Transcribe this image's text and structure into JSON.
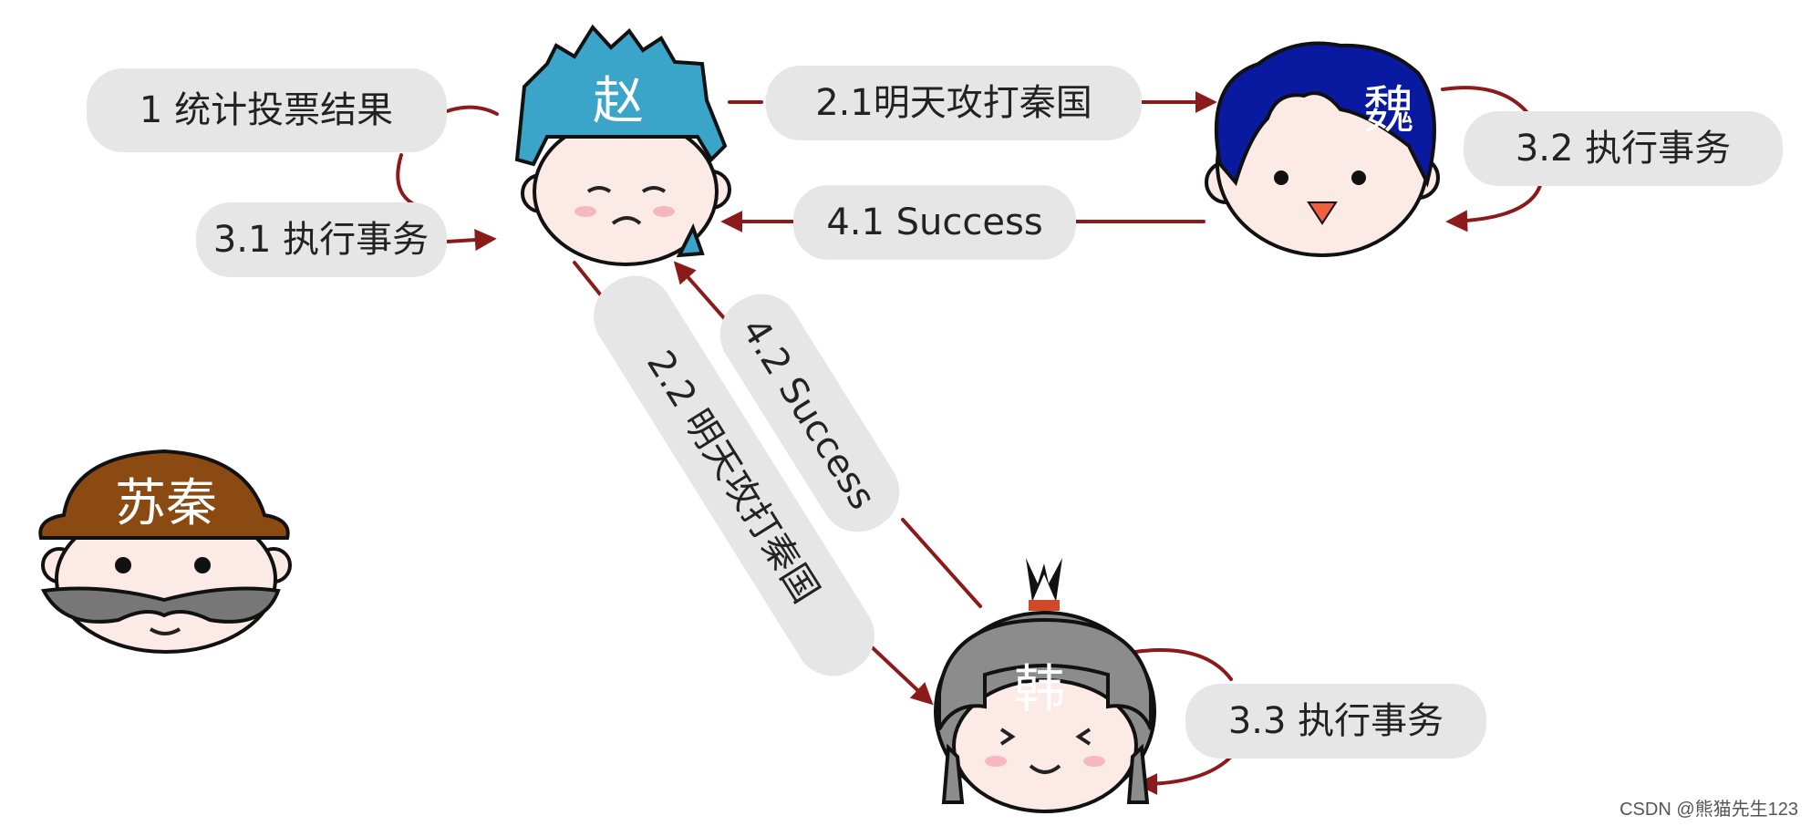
{
  "nodes": {
    "zhao": "赵",
    "wei": "魏",
    "han": "韩",
    "suqin": "苏秦"
  },
  "steps": {
    "s1": "1 统计投票结果",
    "s21": "2.1明天攻打秦国",
    "s22": "2.2 明天攻打秦国",
    "s31": "3.1 执行事务",
    "s32": "3.2 执行事务",
    "s33": "3.3 执行事务",
    "s41": "4.1 Success",
    "s42": "4.2 Success"
  },
  "watermark": "CSDN @熊猫先生123",
  "colors": {
    "arrow": "#8b1a1a",
    "pill": "#e6e6e6",
    "zhao_hair": "#3aa5c8",
    "wei_hair": "#0a1aa0",
    "han_hair": "#8c8c8c",
    "suqin_hat": "#8a4a12",
    "skin": "#fbeae6"
  }
}
